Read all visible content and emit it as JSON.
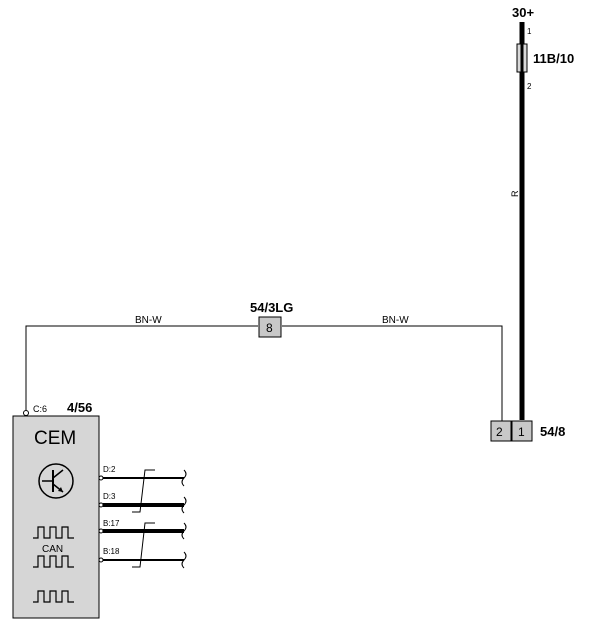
{
  "supply": {
    "voltage": "30+",
    "pin_top": "1",
    "pin_bottom": "2",
    "fuse_id": "11B/10"
  },
  "wires": {
    "red_color": "R",
    "left_color": "BN-W",
    "right_color": "BN-W"
  },
  "splice": {
    "id": "54/3LG",
    "pin": "8"
  },
  "connector": {
    "id": "54/8",
    "pin_left": "2",
    "pin_right": "1"
  },
  "module": {
    "id": "4/56",
    "name": "CEM",
    "input_pin": "C:6",
    "bus_label": "CAN",
    "output_pins": [
      "D:2",
      "D:3",
      "B:17",
      "B:18"
    ],
    "transistor_icon": "transistor-icon",
    "pulse_icon": "square-wave-icon"
  },
  "colors": {
    "module_fill": "#d6d6d6",
    "connector_fill": "#c8c8c8",
    "wire": "#000000"
  }
}
